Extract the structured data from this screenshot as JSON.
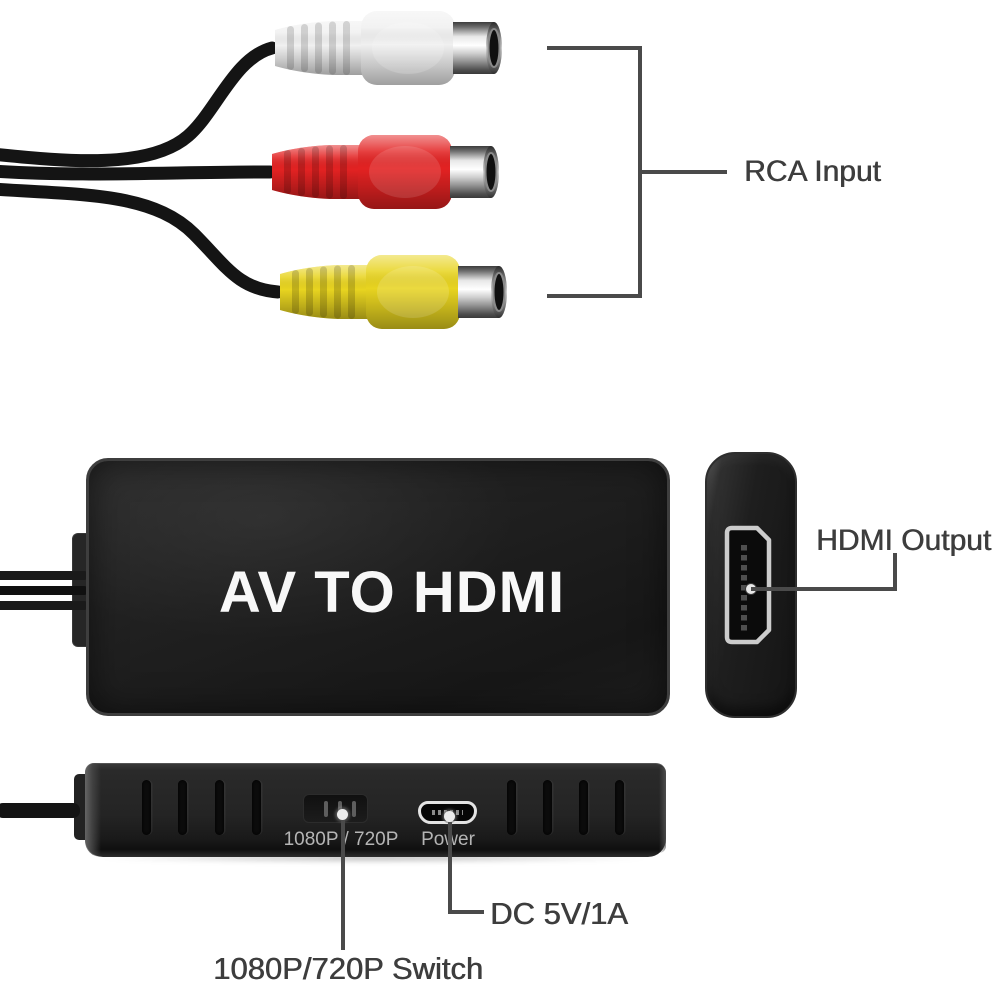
{
  "colors": {
    "background": "#ffffff",
    "annotation_text": "#3d3d3d",
    "callout_line": "#4a4a4a",
    "panel_label_text": "#b5b5b5",
    "device_label_text": "#f8f8f8",
    "rca_white": "#f0f0f0",
    "rca_red": "#e32222",
    "rca_yellow": "#e8d420"
  },
  "annotations": {
    "rca_input": "RCA Input",
    "hdmi_output": "HDMI Output",
    "dc_power": "DC 5V/1A",
    "resolution_switch": "1080P/720P Switch"
  },
  "device": {
    "front_label": "AV TO HDMI",
    "bottom_panel": {
      "switch_label": "1080P / 720P",
      "power_label": "Power"
    }
  },
  "rca_connectors": [
    {
      "position": "top",
      "color": "white"
    },
    {
      "position": "middle",
      "color": "red"
    },
    {
      "position": "bottom",
      "color": "yellow"
    }
  ]
}
